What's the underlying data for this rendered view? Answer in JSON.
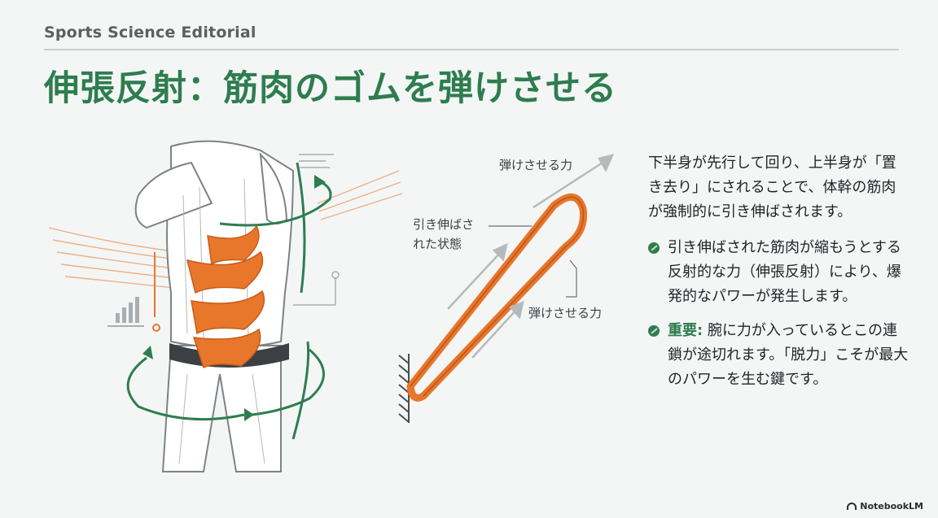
{
  "header": {
    "kicker": "Sports Science Editorial",
    "title": "伸張反射：筋肉のゴムを弾けさせる"
  },
  "diagram": {
    "label_top": "弾けさせる力",
    "label_left": "引き伸ばさ\nれた状態",
    "label_right": "弾けさせる力"
  },
  "body": {
    "intro": "下半身が先行して回り、上半身が「置き去り」にされることで、体幹の筋肉が強制的に引き伸ばされます。",
    "bullet1": "引き伸ばされた筋肉が縮もうとする反射的な力（伸張反射）により、爆発的なパワーが発生します。",
    "bullet2_emphasis": "重要:",
    "bullet2_text": " 腕に力が入っているとこの連鎖が途切れます。「脱力」こそが最大のパワーを生む鍵です。"
  },
  "branding": {
    "label": "NotebookLM"
  },
  "colors": {
    "accent_green": "#2e7d4f",
    "orange": "#e8762b",
    "gray": "#9aa0a4"
  }
}
